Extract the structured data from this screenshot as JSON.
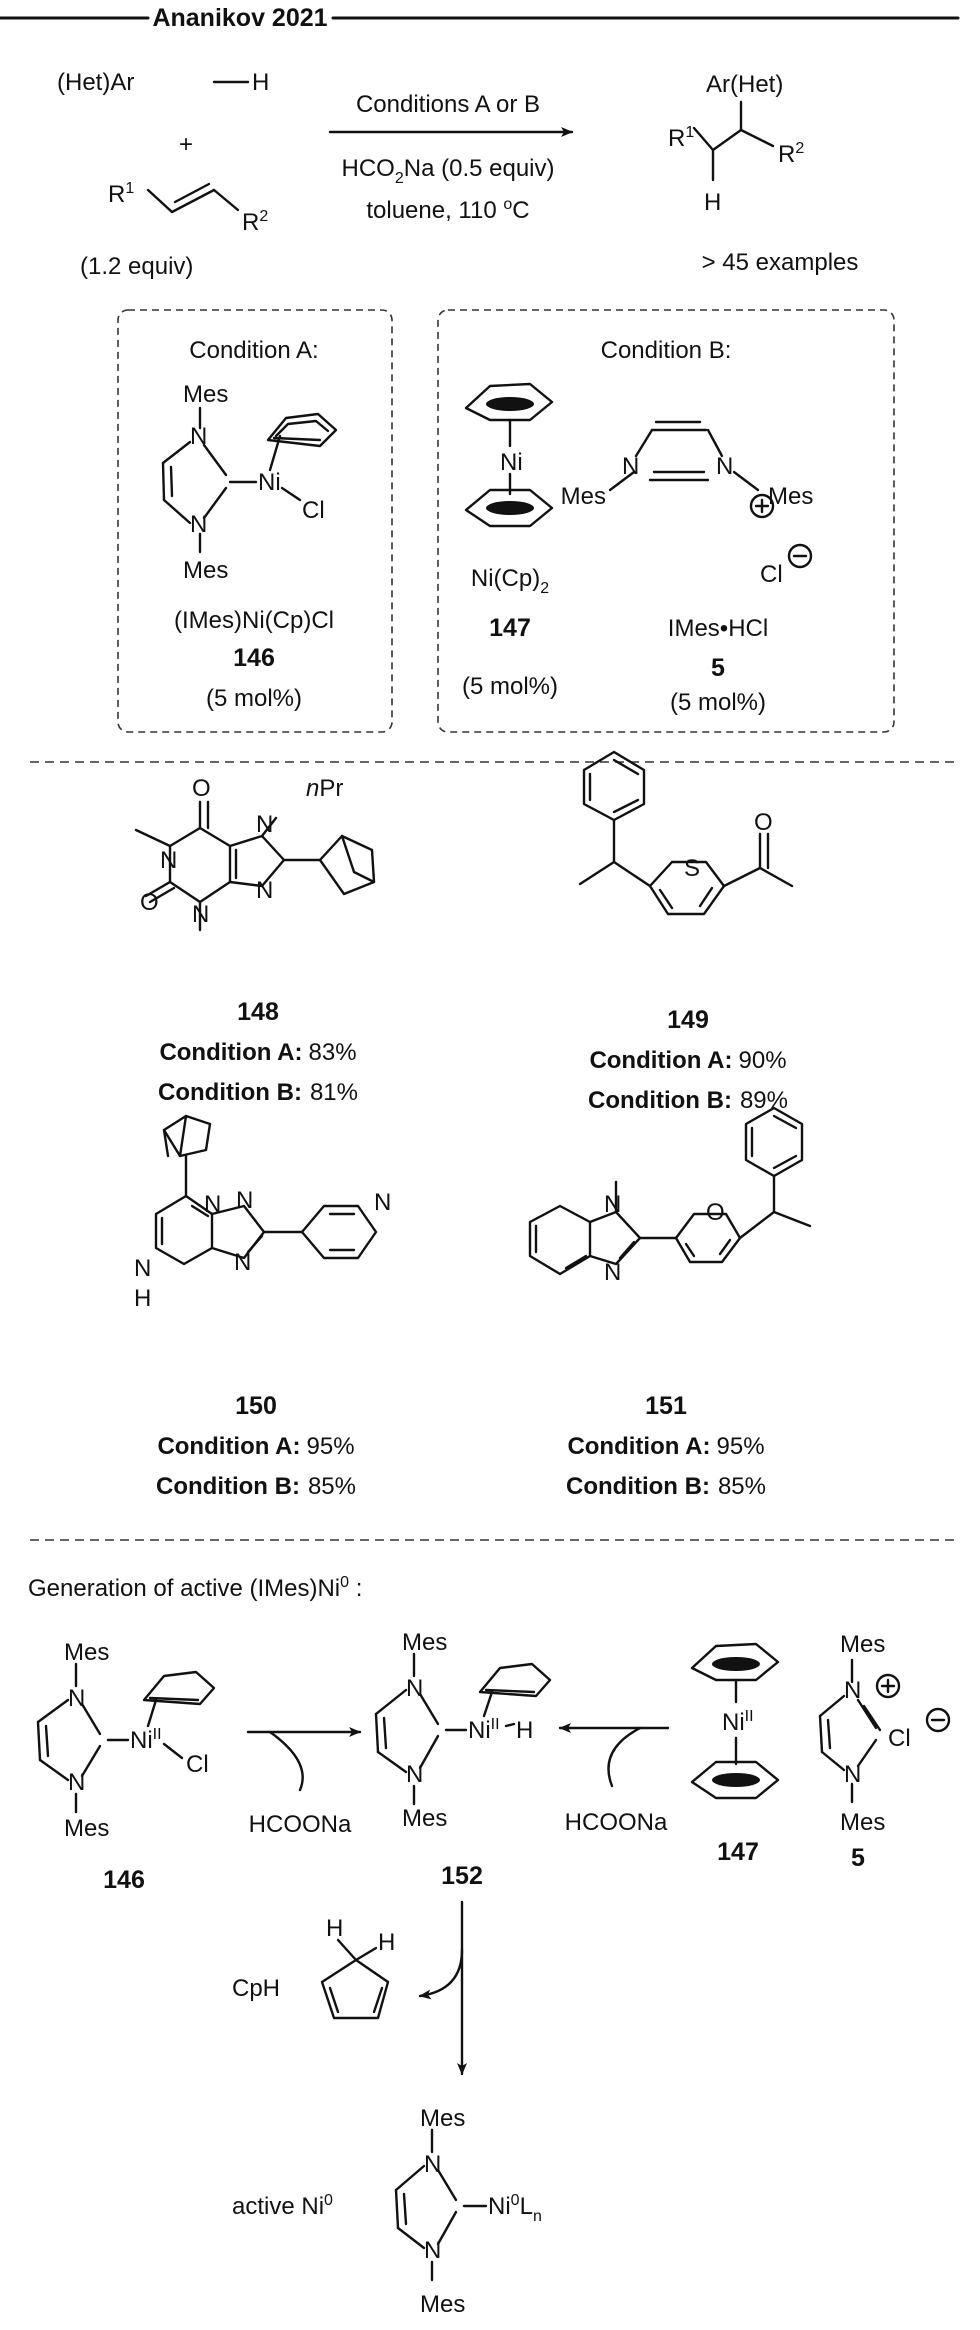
{
  "header": {
    "title": "Ananikov 2021"
  },
  "reaction": {
    "arene": "(Het)Ar",
    "arene_h": "H",
    "plus": "+",
    "r1": "R",
    "r1_sup": "1",
    "r2": "R",
    "r2_sup": "2",
    "alkene_equiv": "(1.2 equiv)",
    "conditions_line1": "Conditions A or B",
    "conditions_line2_a": "HCO",
    "conditions_line2_sub": "2",
    "conditions_line2_b": "Na (0.5 equiv)",
    "conditions_line3_a": "toluene, 110 ",
    "conditions_line3_sup": "o",
    "conditions_line3_b": "C",
    "product_ar": "Ar(Het)",
    "product_h": "H",
    "examples": "> 45 examples"
  },
  "condition_a": {
    "heading": "Condition A:",
    "mes_top": "Mes",
    "mes_bottom": "Mes",
    "n": "N",
    "ni": "Ni",
    "cl": "Cl",
    "name": "(IMes)Ni(Cp)Cl",
    "number": "146",
    "loading": "(5 mol%)"
  },
  "condition_b": {
    "heading": "Condition B:",
    "ni": "Ni",
    "ni_name": "Ni(Cp)",
    "ni_name_sub": "2",
    "ni_number": "147",
    "ni_loading": "(5 mol%)",
    "mes_left": "Mes",
    "mes_right": "Mes",
    "n": "N",
    "plus": "+",
    "cl": "Cl",
    "minus": "−",
    "salt_name": "IMes•HCl",
    "salt_number": "5",
    "salt_loading": "(5 mol%)"
  },
  "products": [
    {
      "number": "148",
      "cond_a_label": "Condition A:",
      "cond_a_value": "83%",
      "cond_b_label": "Condition B:",
      "cond_b_value": "81%",
      "atoms": {
        "o": "O",
        "n": "N",
        "npr_n": "n",
        "npr_pr": "Pr"
      }
    },
    {
      "number": "149",
      "cond_a_label": "Condition A:",
      "cond_a_value": "90%",
      "cond_b_label": "Condition B:",
      "cond_b_value": "89%",
      "atoms": {
        "s": "S",
        "o": "O"
      }
    },
    {
      "number": "150",
      "cond_a_label": "Condition A:",
      "cond_a_value": "95%",
      "cond_b_label": "Condition B:",
      "cond_b_value": "85%",
      "atoms": {
        "n": "N",
        "h": "H"
      }
    },
    {
      "number": "151",
      "cond_a_label": "Condition A:",
      "cond_a_value": "95%",
      "cond_b_label": "Condition B:",
      "cond_b_value": "85%",
      "atoms": {
        "n": "N",
        "o": "O"
      }
    }
  ],
  "mechanism": {
    "heading_a": "Generation of active (IMes)Ni",
    "heading_sup": "0",
    "heading_b": " :",
    "mes": "Mes",
    "n": "N",
    "ni": "Ni",
    "ni_ox": "II",
    "cl": "Cl",
    "h": "H",
    "reagent_left": "HCOONa",
    "reagent_right": "HCOONa",
    "compound_146": "146",
    "compound_152": "152",
    "compound_147": "147",
    "compound_5": "5",
    "plus": "+",
    "minus": "−",
    "byproduct": "CpH",
    "final_label_a": "active Ni",
    "final_label_sup": "0",
    "final_ni_sup": "0",
    "final_l": "L",
    "final_l_sub": "n"
  }
}
